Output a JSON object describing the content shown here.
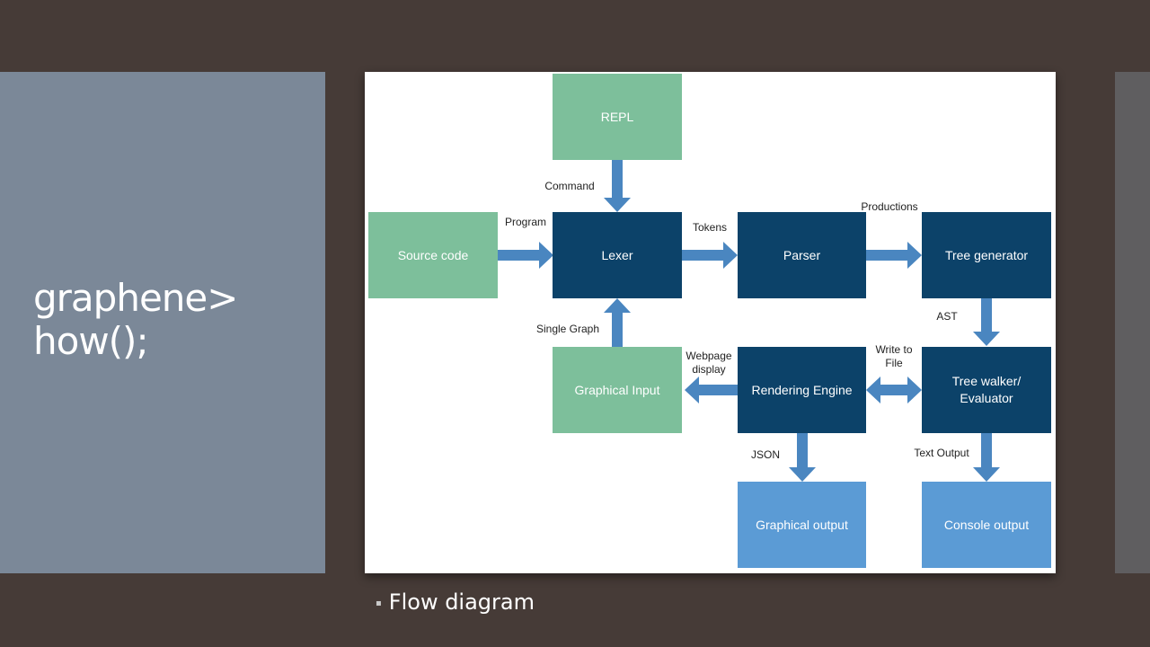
{
  "slide": {
    "title_line1": "graphene>",
    "title_line2": "how();",
    "caption": "Flow diagram",
    "bullet": "▪"
  },
  "colors": {
    "green": "#7dbf9b",
    "navy": "#0c4269",
    "blue": "#5b9bd5",
    "arrow": "#4a86c0"
  },
  "diagram": {
    "nodes": {
      "repl": "REPL",
      "source_code": "Source code",
      "lexer": "Lexer",
      "parser": "Parser",
      "tree_generator": "Tree generator",
      "graphical_input": "Graphical Input",
      "rendering_engine": "Rendering Engine",
      "tree_walker_line1": "Tree walker/",
      "tree_walker_line2": "Evaluator",
      "graphical_output": "Graphical output",
      "console_output": "Console output"
    },
    "edges": {
      "command": "Command",
      "program": "Program",
      "tokens": "Tokens",
      "productions": "Productions",
      "ast": "AST",
      "single_graph": "Single Graph",
      "webpage_display_line1": "Webpage",
      "webpage_display_line2": "display",
      "write_to_file_line1": "Write to",
      "write_to_file_line2": "File",
      "json": "JSON",
      "text_output": "Text Output"
    }
  }
}
